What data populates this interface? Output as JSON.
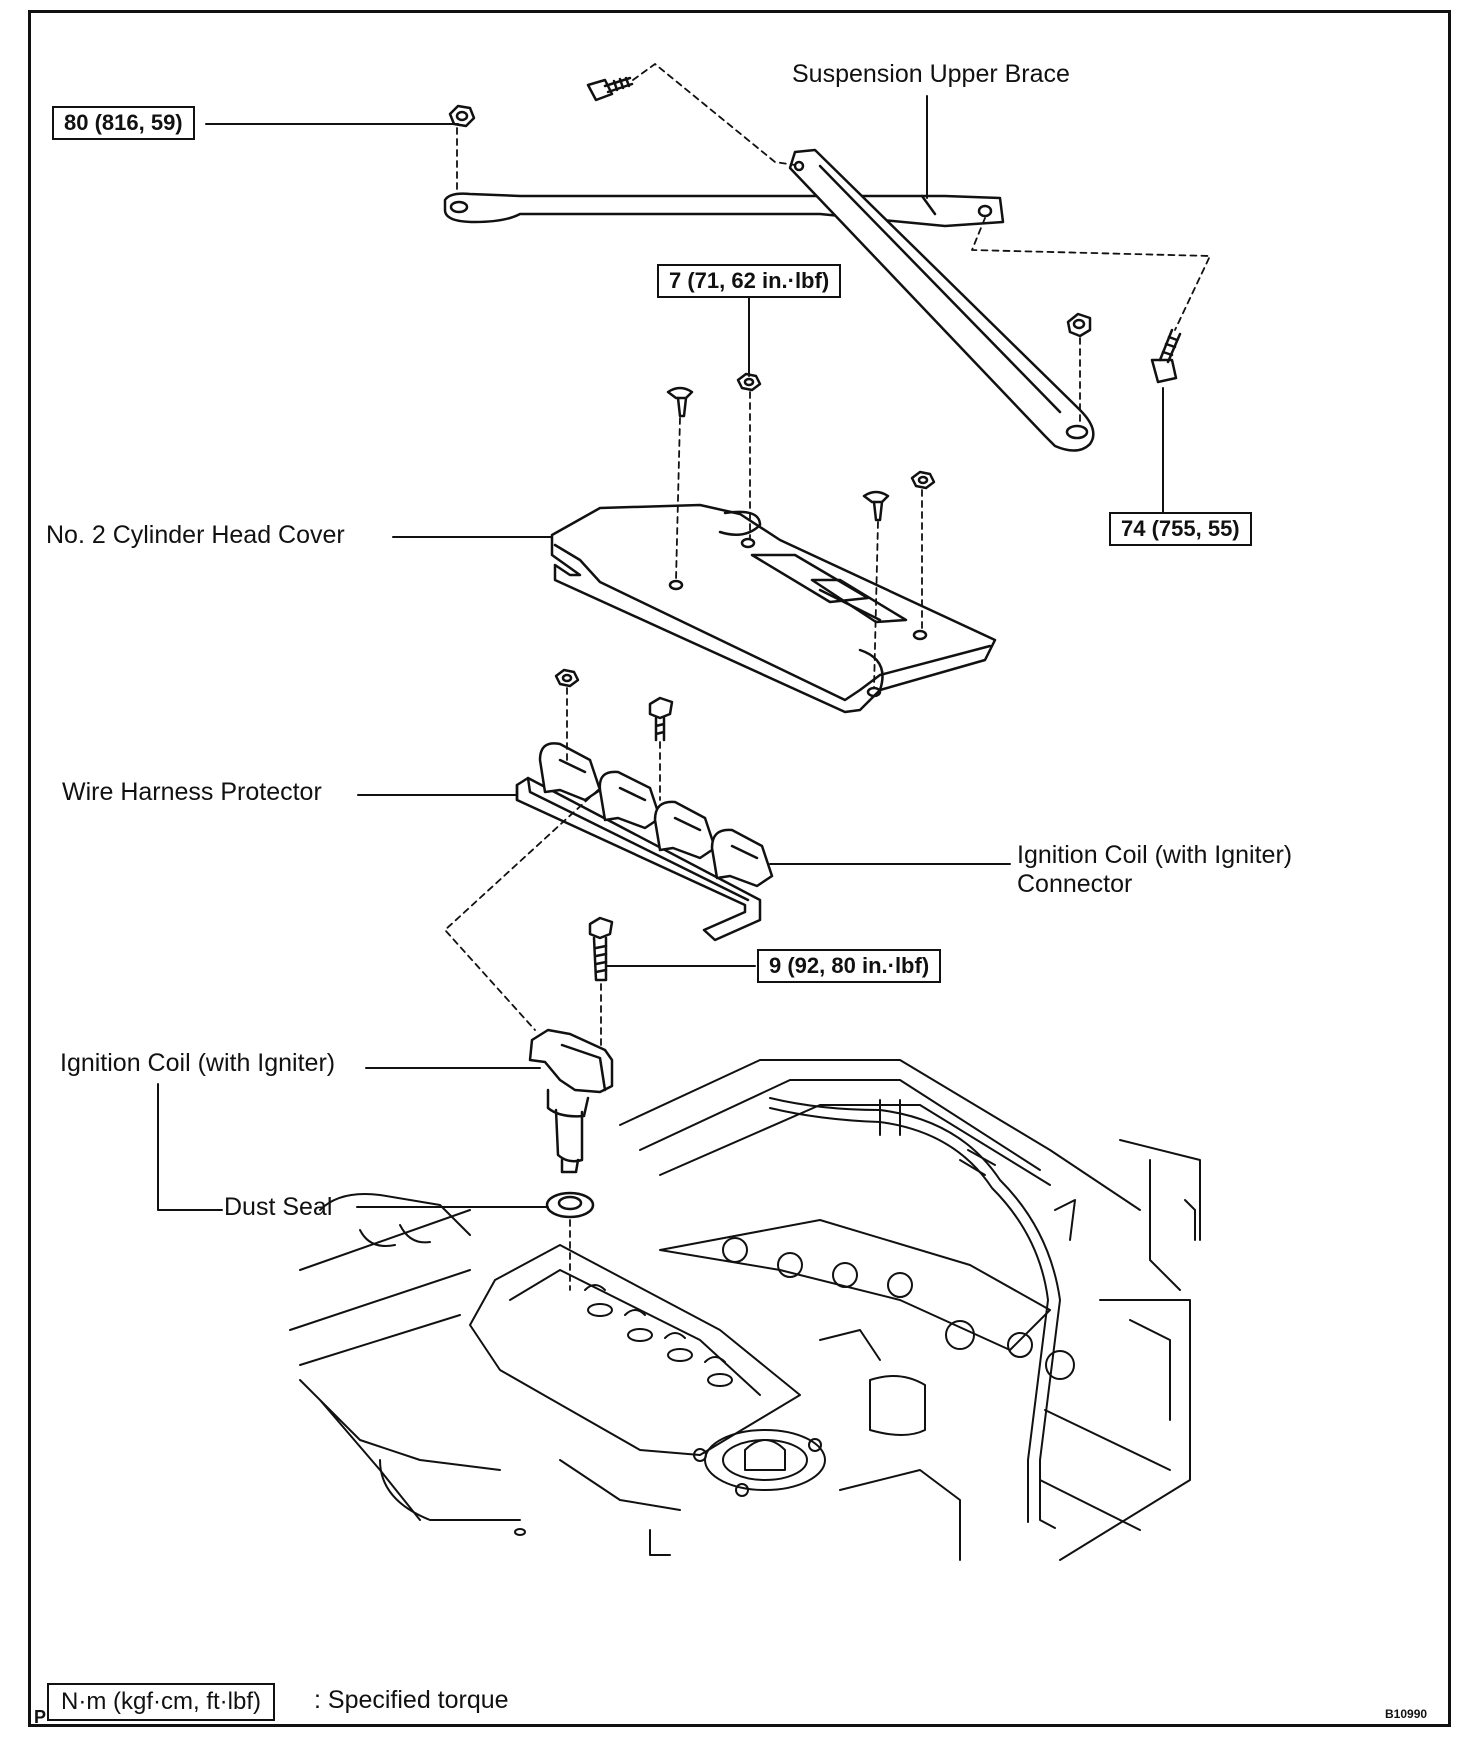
{
  "labels": {
    "suspension_upper_brace": "Suspension Upper Brace",
    "no2_cylinder_head_cover": "No. 2 Cylinder Head Cover",
    "wire_harness_protector": "Wire Harness Protector",
    "ignition_coil_connector_line1": "Ignition Coil (with Igniter)",
    "ignition_coil_connector_line2": "Connector",
    "ignition_coil": "Ignition Coil (with Igniter)",
    "dust_seal": "Dust Seal"
  },
  "torques": {
    "brace_nut": "80 (816, 59)",
    "cover_nut": "7 (71, 62 in.·lbf)",
    "brace_bolt": "74 (755, 55)",
    "coil_bolt": "9 (92, 80 in.·lbf)"
  },
  "legend": {
    "unit_box": "N·m (kgf·cm, ft·lbf)",
    "description": ": Specified torque",
    "corner_letter": "P",
    "figure_code": "B10990"
  }
}
